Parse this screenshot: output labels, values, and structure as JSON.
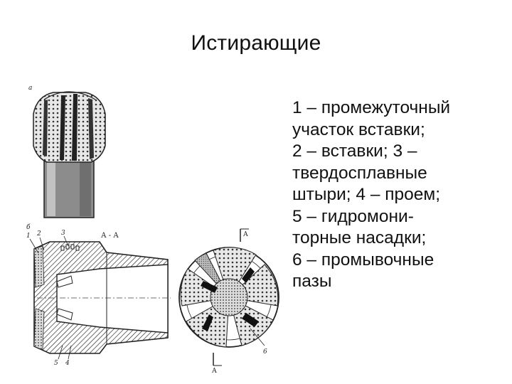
{
  "title": "Истирающие",
  "legend": {
    "lines": [
      "1 – промежуточный",
      "участок вставки;",
      "2 – вставки; 3 –",
      "твердосплавные",
      "штыри; 4 – проем;",
      "5 – гидромони-",
      "торные насадки;",
      "6 – промывочные",
      "пазы"
    ]
  },
  "figure": {
    "label_a": "а",
    "label_b": "б",
    "section_label": "А - А",
    "section_mark": "А",
    "callouts": [
      "1",
      "2",
      "3",
      "4",
      "5",
      "6"
    ]
  }
}
